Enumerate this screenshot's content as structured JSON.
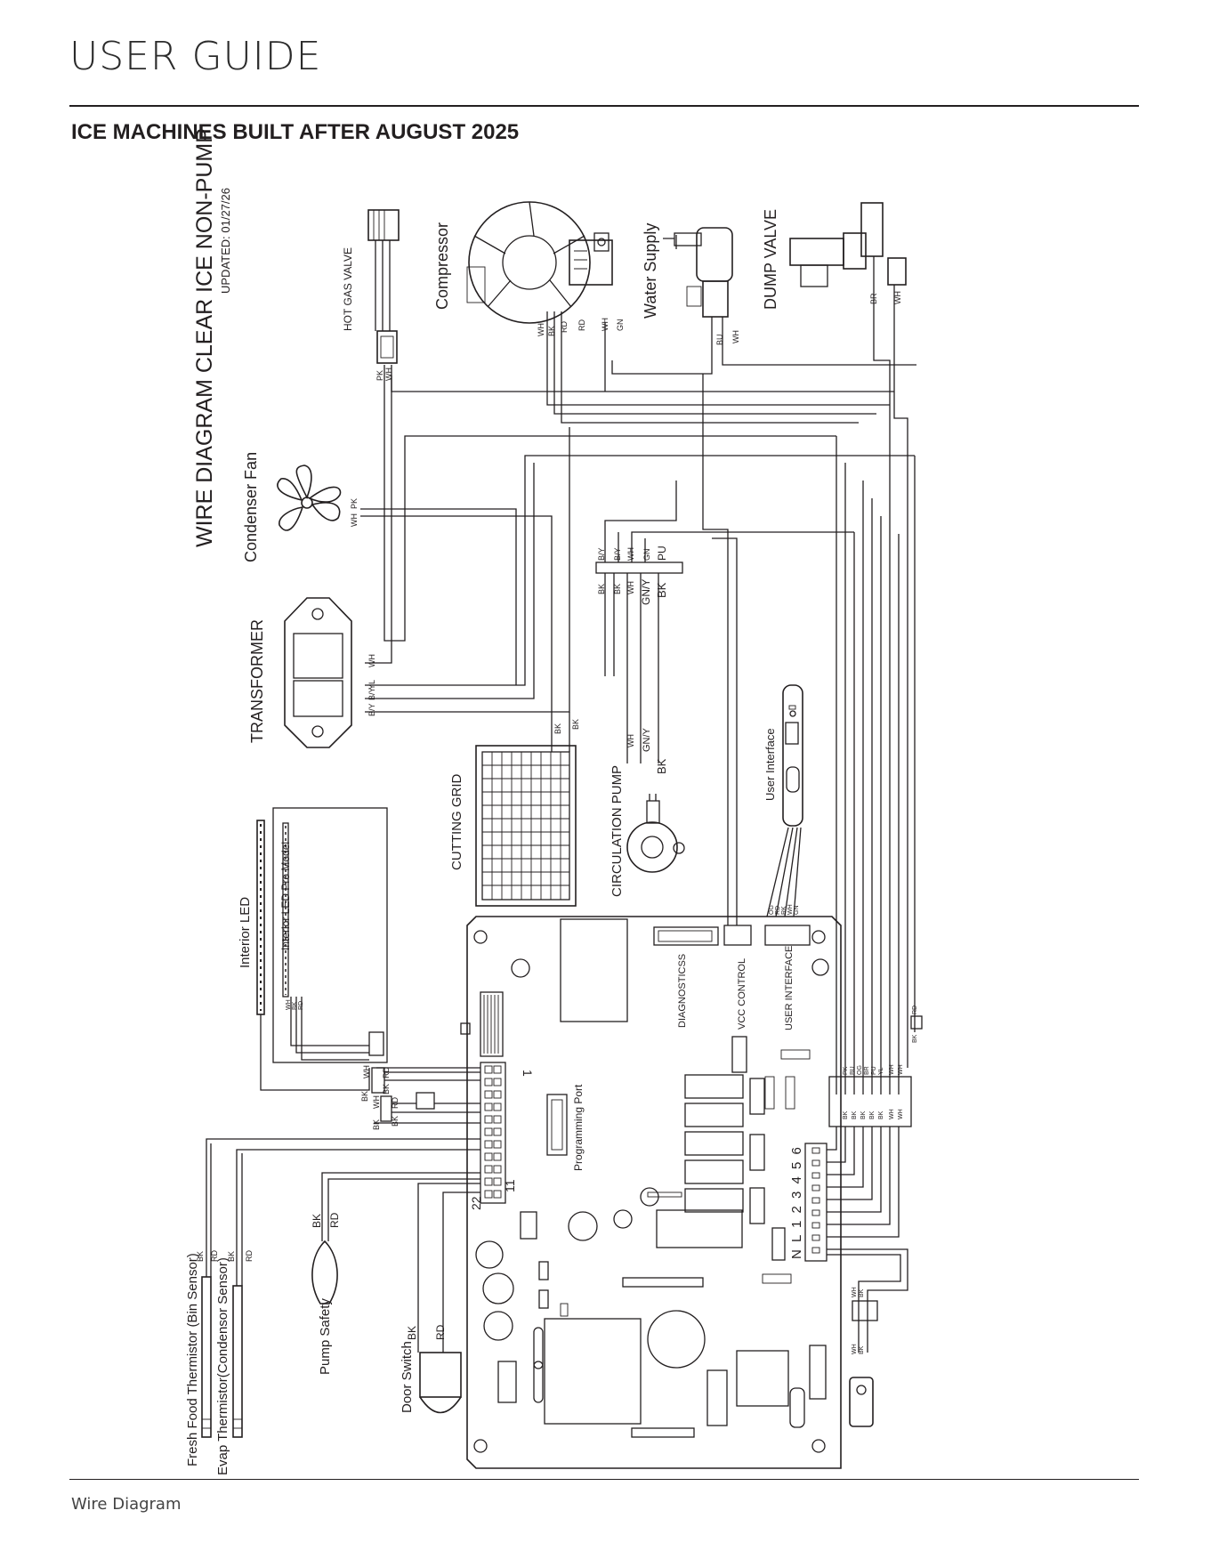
{
  "header": {
    "title": "USER GUIDE",
    "section_title": "ICE MACHINES BUILT AFTER AUGUST 2025"
  },
  "footer": {
    "label": "Wire Diagram"
  },
  "diagram": {
    "title": "WIRE DIAGRAM CLEAR ICE NON-PUMP",
    "updated": "UPDATED: 01/27/26",
    "components": {
      "condenser_fan": "Condenser Fan",
      "hot_gas_valve": "HOT GAS VALVE",
      "compressor": "Compressor",
      "water_supply": "Water Supply",
      "dump_valve": "DUMP VALVE",
      "transformer": "TRANSFORMER",
      "cutting_grid": "CUTTING GRID",
      "circulation_pump": "CIRCULATION PUMP",
      "user_interface": "User Interface",
      "interior_led": "Interior LED",
      "interior_led_pro": "Interior LED Pro Model",
      "fresh_food_thermistor": "Fresh Food Thermistor (Bin Sensor)",
      "evap_thermistor": "Evap Thermistor(Condensor Sensor)",
      "pump_safety": "Pump Safety",
      "door_switch": "Door Switch",
      "diagnostics": "DIAGNOSTICSS",
      "vcc_control": "VCC CONTROL",
      "user_interface_port": "USER INTERFACE",
      "programming_port": "Programming Port"
    },
    "connector": {
      "pin_1": "1",
      "pin_11": "11",
      "pin_22": "22",
      "terminals": "N  L  1  2  3  4  5  6"
    },
    "wire_codes": {
      "wh": "WH",
      "bk": "BK",
      "rd": "RD",
      "gn": "GN",
      "pk": "PK",
      "bu": "BU",
      "br": "BR",
      "yl": "YL",
      "by": "B/Y",
      "gny": "GN/Y",
      "pu": "PU",
      "og": "OG",
      "rk": "RK"
    }
  }
}
